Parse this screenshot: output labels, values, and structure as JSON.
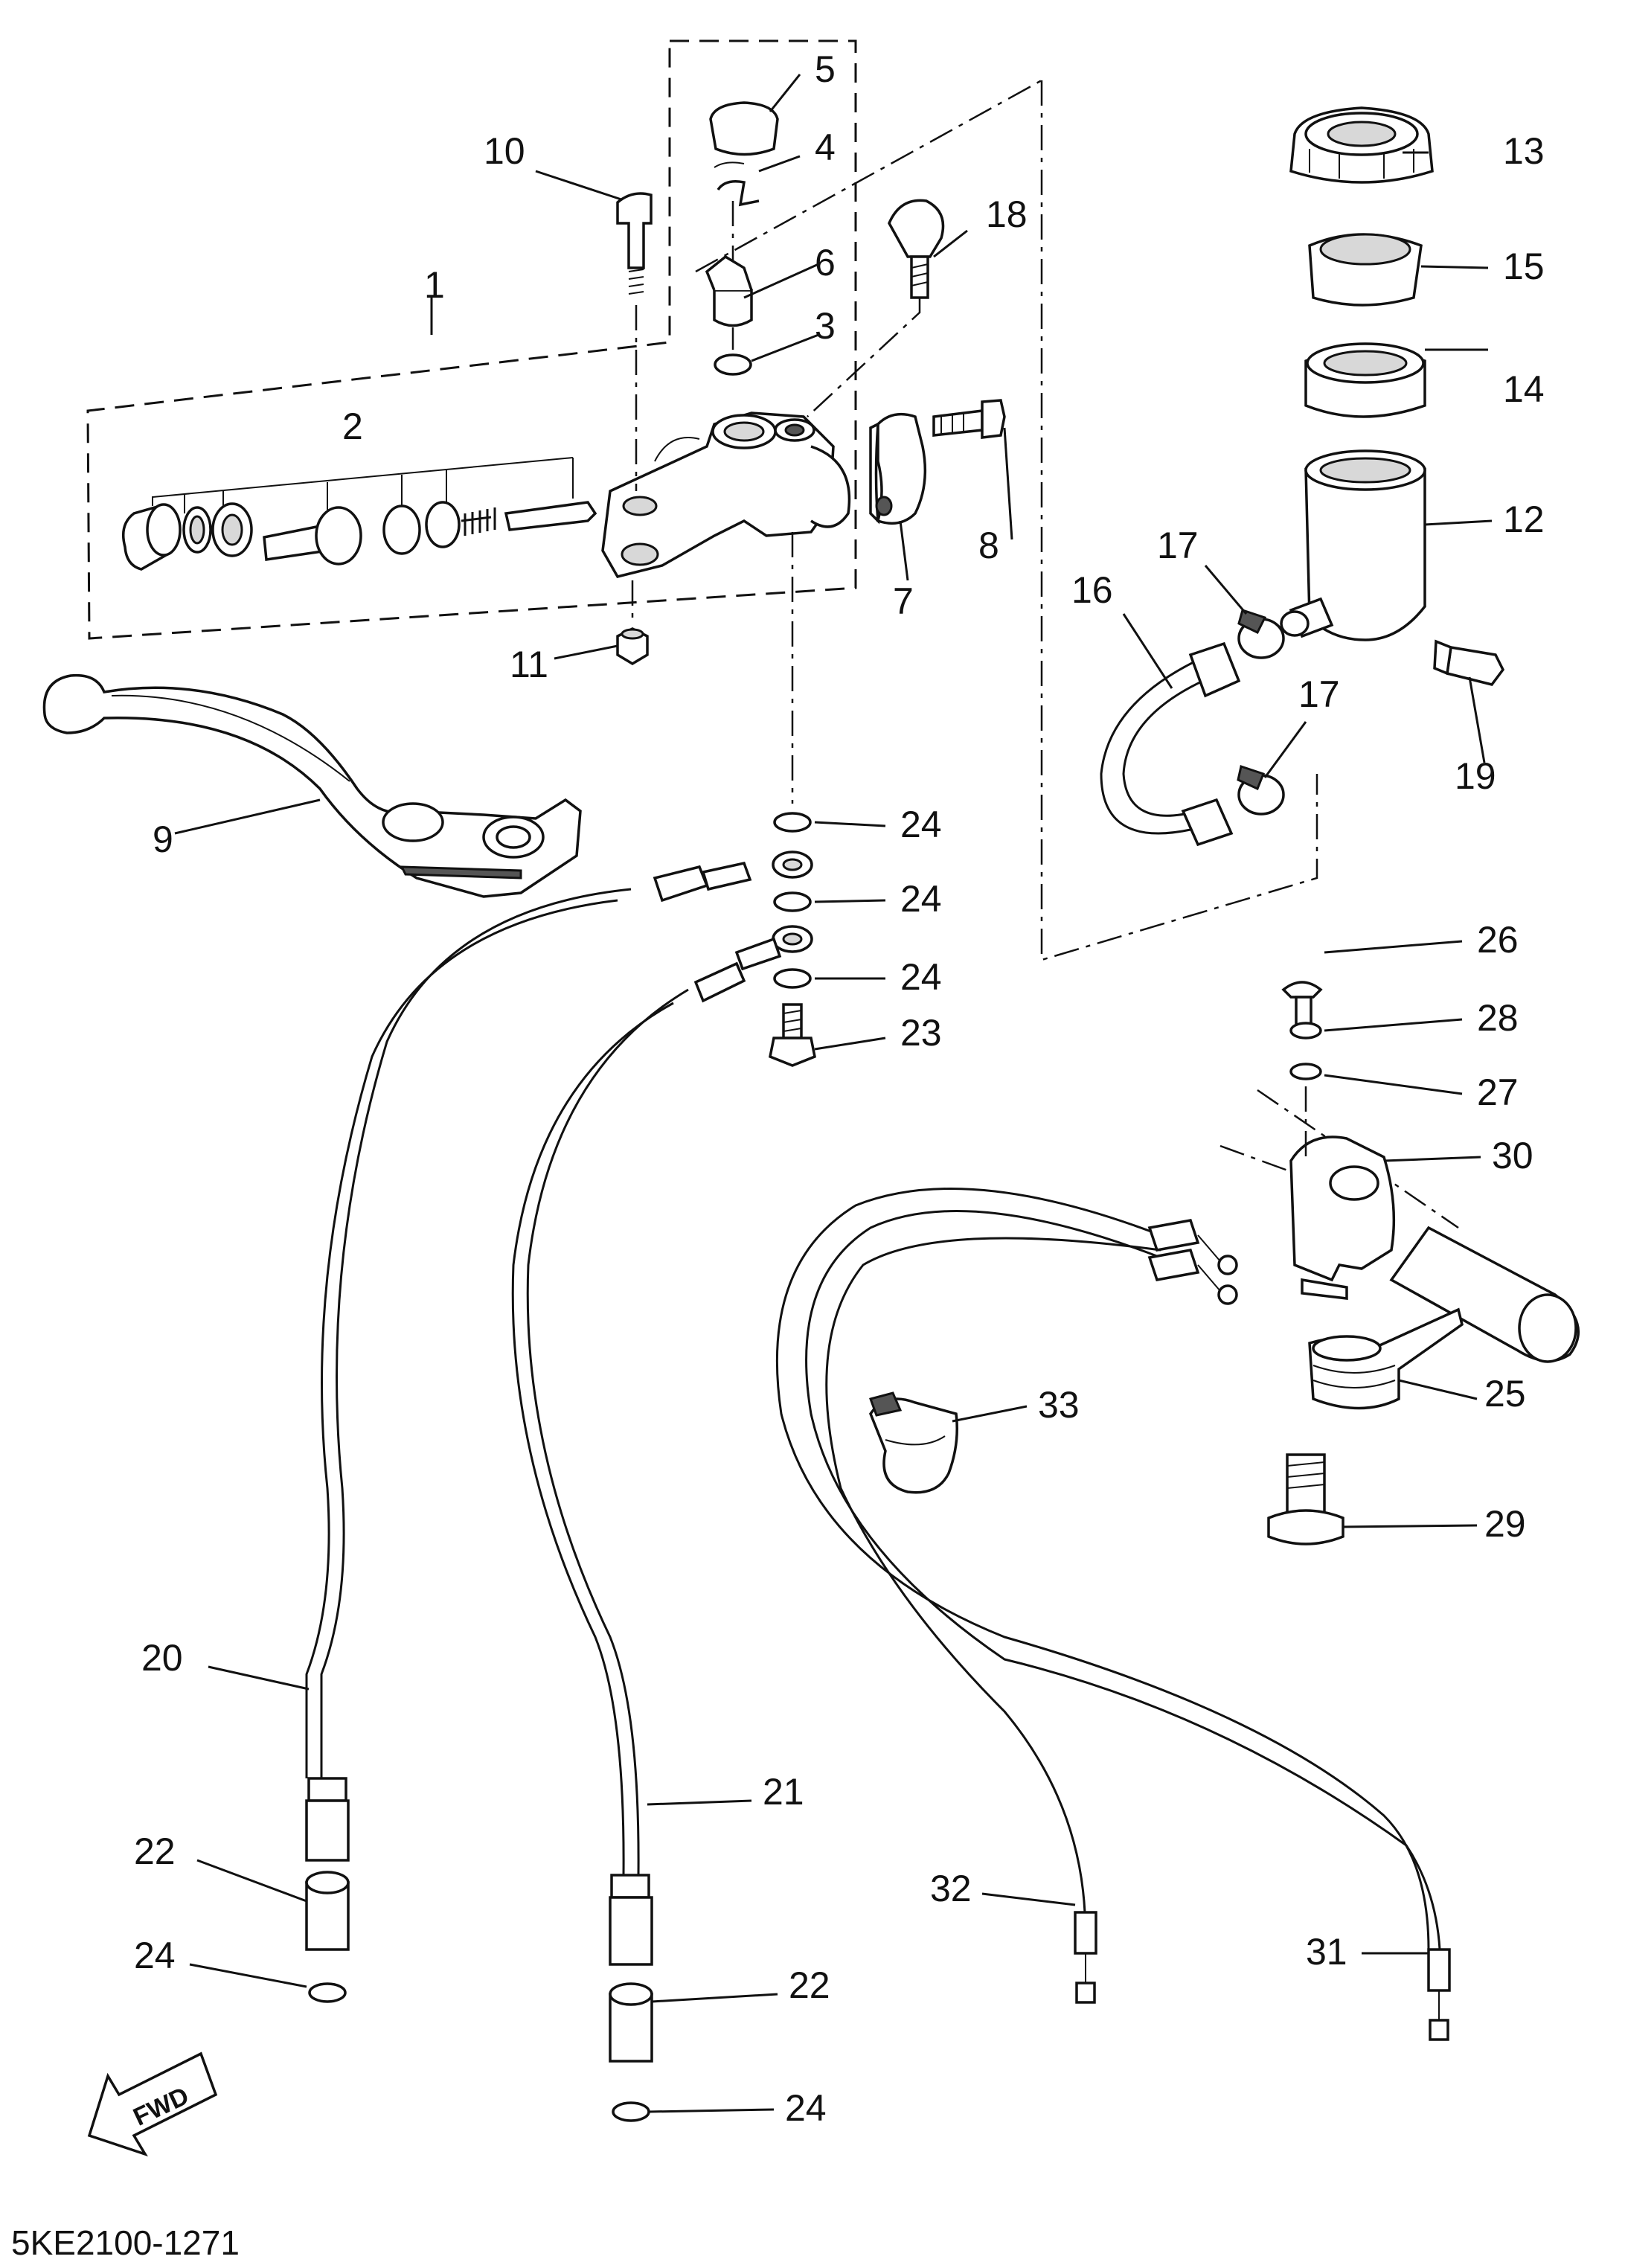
{
  "diagram": {
    "reference_code": "5KE2100-1271",
    "fwd_label": "FWD",
    "callouts": [
      {
        "id": "1",
        "label": "1"
      },
      {
        "id": "2",
        "label": "2"
      },
      {
        "id": "3",
        "label": "3"
      },
      {
        "id": "4",
        "label": "4"
      },
      {
        "id": "5",
        "label": "5"
      },
      {
        "id": "6",
        "label": "6"
      },
      {
        "id": "7",
        "label": "7"
      },
      {
        "id": "8",
        "label": "8"
      },
      {
        "id": "9",
        "label": "9"
      },
      {
        "id": "10",
        "label": "10"
      },
      {
        "id": "11",
        "label": "11"
      },
      {
        "id": "12",
        "label": "12"
      },
      {
        "id": "13",
        "label": "13"
      },
      {
        "id": "14",
        "label": "14"
      },
      {
        "id": "15",
        "label": "15"
      },
      {
        "id": "16",
        "label": "16"
      },
      {
        "id": "17a",
        "label": "17"
      },
      {
        "id": "17b",
        "label": "17"
      },
      {
        "id": "18",
        "label": "18"
      },
      {
        "id": "19",
        "label": "19"
      },
      {
        "id": "20",
        "label": "20"
      },
      {
        "id": "21",
        "label": "21"
      },
      {
        "id": "22a",
        "label": "22"
      },
      {
        "id": "22b",
        "label": "22"
      },
      {
        "id": "23",
        "label": "23"
      },
      {
        "id": "24a",
        "label": "24"
      },
      {
        "id": "24b",
        "label": "24"
      },
      {
        "id": "24c",
        "label": "24"
      },
      {
        "id": "24d",
        "label": "24"
      },
      {
        "id": "24e",
        "label": "24"
      },
      {
        "id": "25",
        "label": "25"
      },
      {
        "id": "26",
        "label": "26"
      },
      {
        "id": "27",
        "label": "27"
      },
      {
        "id": "28",
        "label": "28"
      },
      {
        "id": "29",
        "label": "29"
      },
      {
        "id": "30",
        "label": "30"
      },
      {
        "id": "31",
        "label": "31"
      },
      {
        "id": "32",
        "label": "32"
      },
      {
        "id": "33",
        "label": "33"
      }
    ]
  }
}
